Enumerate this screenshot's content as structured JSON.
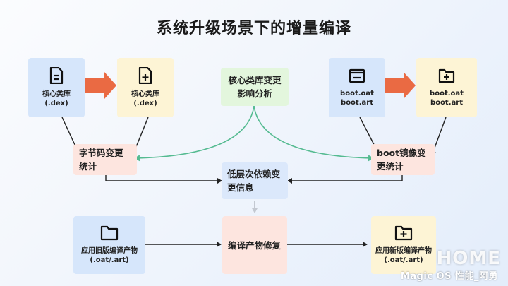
{
  "title": "系统升级场景下的增量编译",
  "nodes": {
    "old_dex": {
      "line1": "核心类库",
      "line2": "(.dex)"
    },
    "new_dex": {
      "line1": "核心类库",
      "line2": "(.dex)"
    },
    "analysis": {
      "text": "核心类库变更影响分析"
    },
    "old_oat": {
      "line1": "boot.oat",
      "line2": "boot.art"
    },
    "new_oat": {
      "line1": "boot.oat",
      "line2": "boot.art"
    },
    "bytecode_stats": {
      "text": "字节码变更统计"
    },
    "boot_stats": {
      "text": "boot镜像变更统计"
    },
    "lowlevel": {
      "text": "低层次依赖变更信息"
    },
    "old_artifact": {
      "line1": "应用旧版编译产物",
      "line2": "(.oat/.art)"
    },
    "repair": {
      "text": "编译产物修复"
    },
    "new_artifact": {
      "line1": "应用新版编译产物",
      "line2": "(.oat/.art)"
    }
  },
  "watermark": {
    "logo_text": "HOME",
    "credit": "Magic OS 性能_阿勇"
  },
  "colors": {
    "blue_box": "#d6e6fb",
    "yellow_box": "#fdf4d5",
    "pink_box": "#fde5df",
    "green_box": "#e3f6dd",
    "orange_arrow": "#ea6a43",
    "green_arrow": "#55bb91",
    "gray_arrow": "#c3c8d1"
  },
  "icons": [
    "file-minus-icon",
    "file-plus-icon",
    "folder-minus-icon",
    "folder-plus-icon",
    "folder-icon",
    "folder-plus-icon"
  ]
}
